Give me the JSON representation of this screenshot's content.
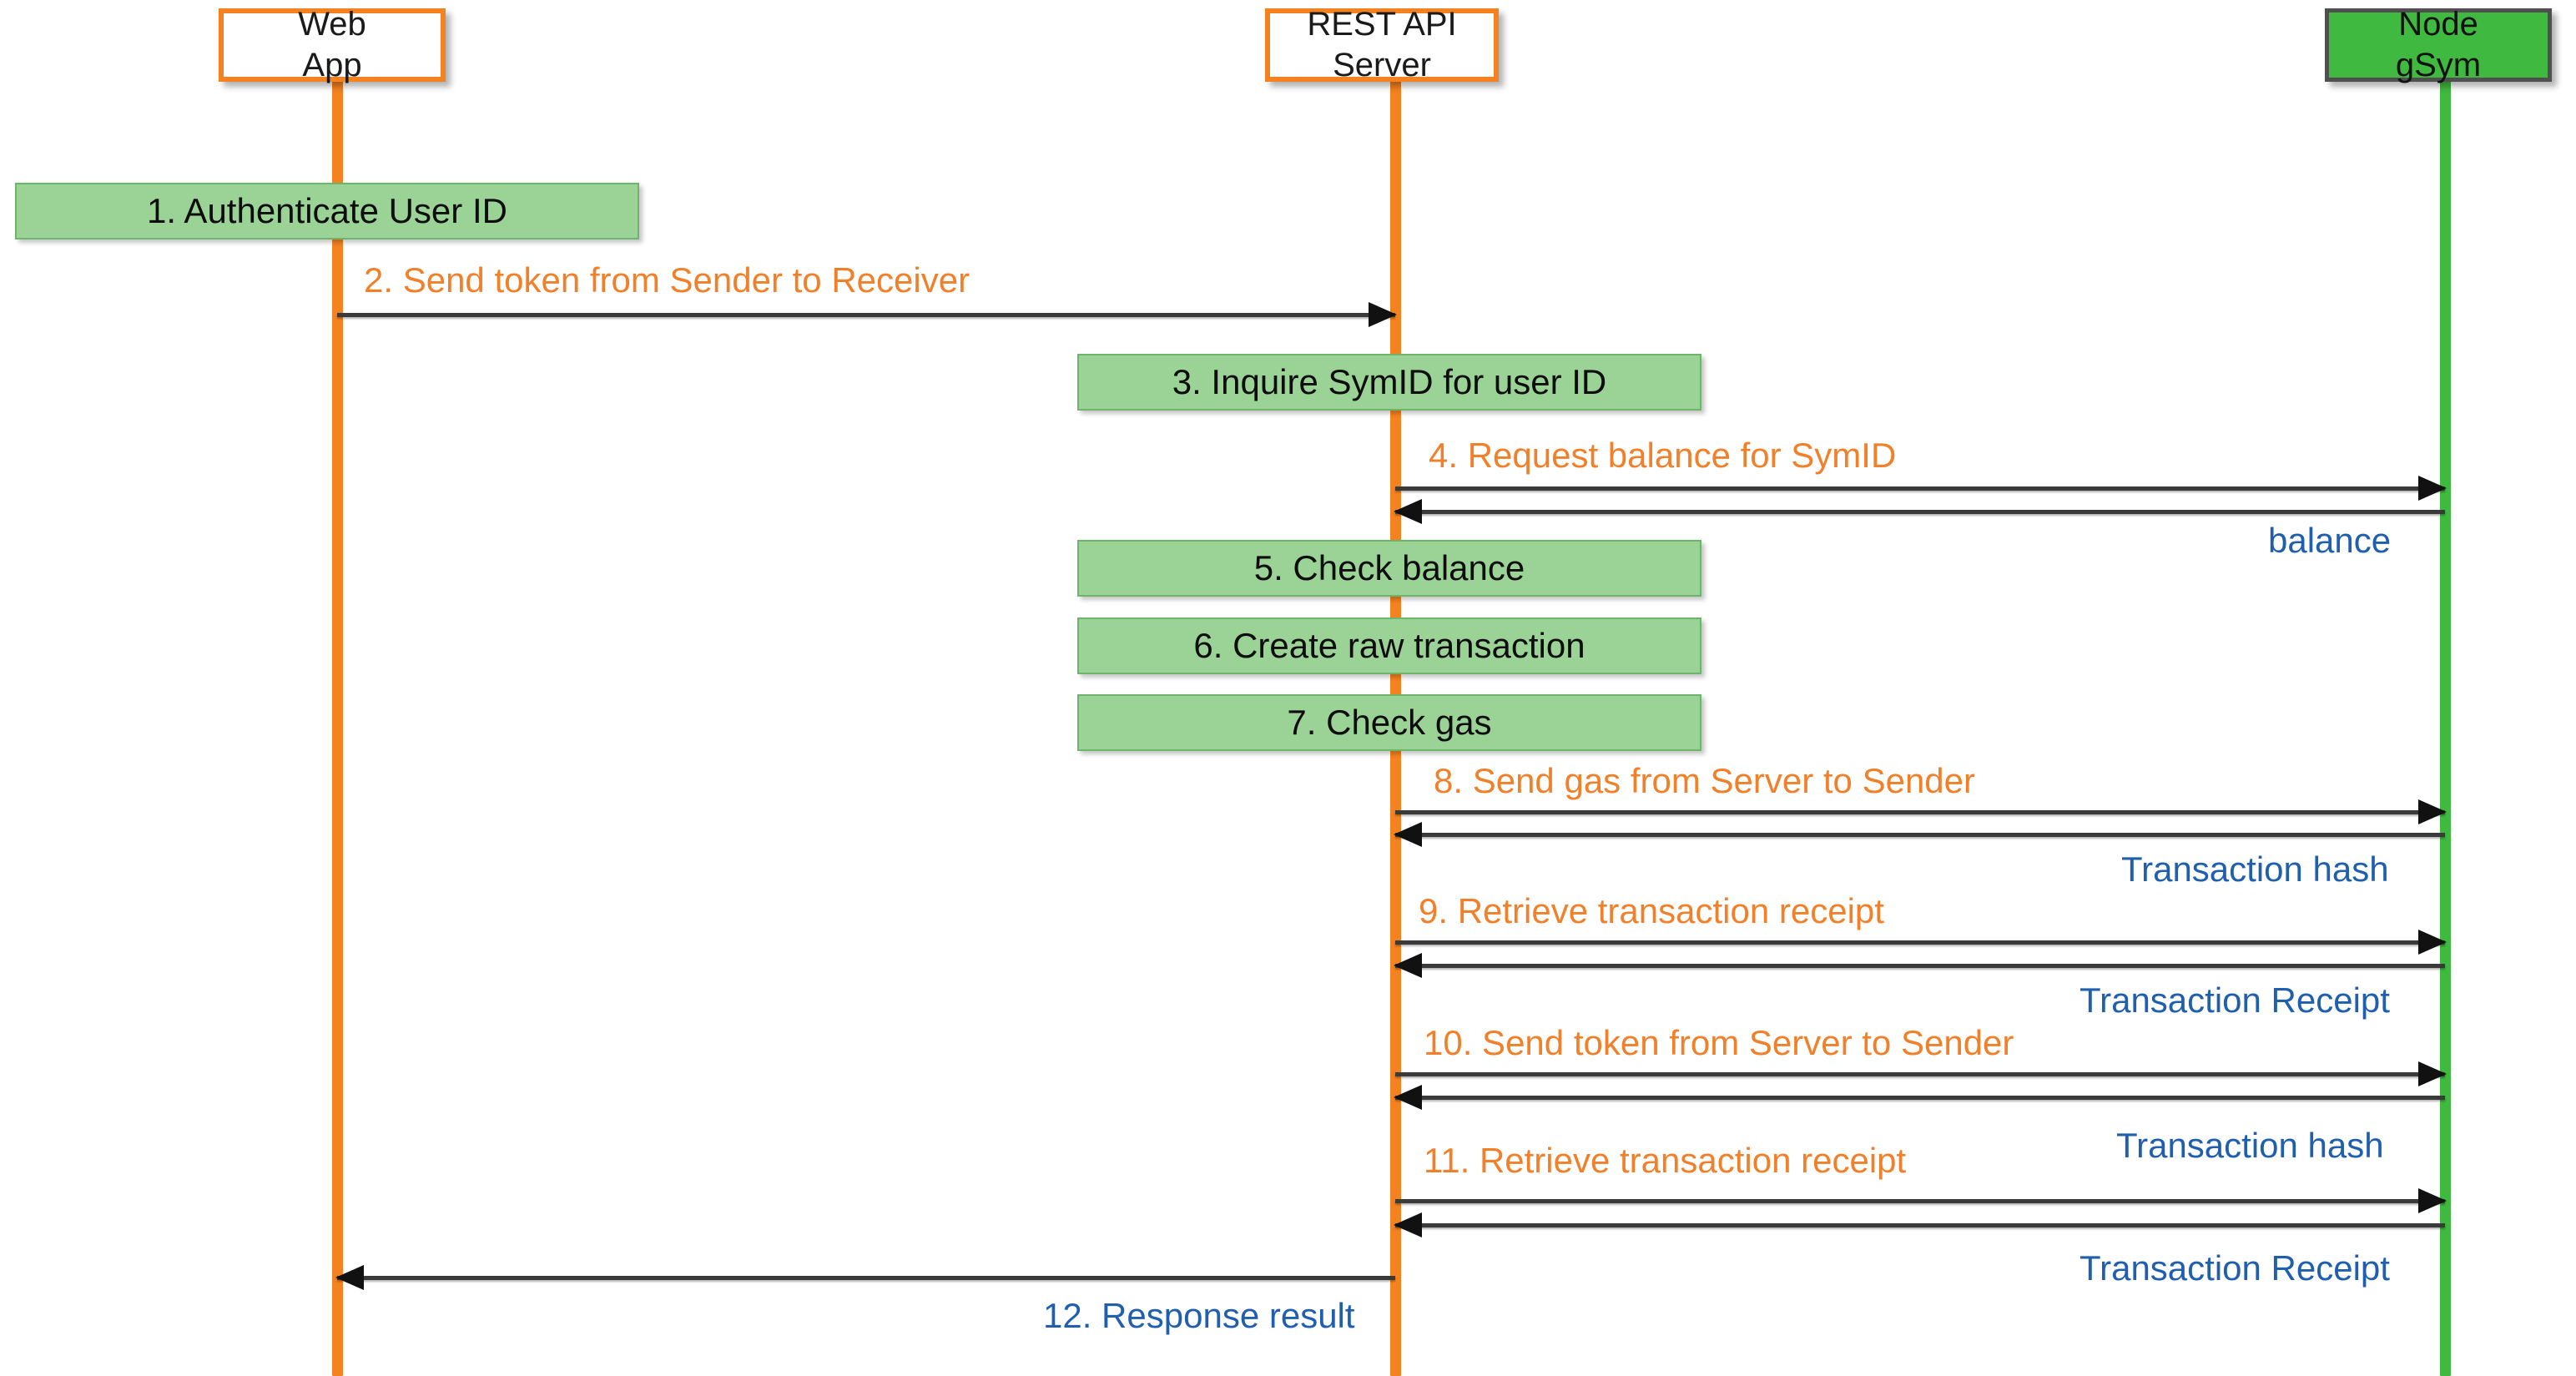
{
  "diagram": {
    "title": "Token transfer sequence diagram",
    "type": "uml-sequence-diagram",
    "colors": {
      "lifeline_orange": "#F58220",
      "lifeline_green": "#3FB93F",
      "action_box_fill": "#9BD396",
      "action_box_border": "#6CB56B",
      "request_label": "#F1802A",
      "response_label": "#1F5FAD",
      "arrow": "#3a3a3a",
      "node_header_fill": "#3FB93F",
      "node_header_border": "#4F4F4F"
    }
  },
  "actors": [
    {
      "id": "web-app",
      "line1": "Web",
      "line2": "App",
      "style": "white"
    },
    {
      "id": "rest-api",
      "line1": "REST API",
      "line2": "Server",
      "style": "white"
    },
    {
      "id": "node-gsym",
      "line1": "Node",
      "line2": "gSym",
      "style": "green"
    }
  ],
  "action_boxes": [
    {
      "id": "step-1",
      "label": "1. Authenticate User ID",
      "actor": "web-app"
    },
    {
      "id": "step-3",
      "label": "3. Inquire SymID for user ID",
      "actor": "rest-api"
    },
    {
      "id": "step-5",
      "label": "5. Check balance",
      "actor": "rest-api"
    },
    {
      "id": "step-6",
      "label": "6. Create raw transaction",
      "actor": "rest-api"
    },
    {
      "id": "step-7",
      "label": "7. Check gas",
      "actor": "rest-api"
    }
  ],
  "messages": [
    {
      "id": "msg-2",
      "label": "2. Send token from Sender to Receiver",
      "from": "web-app",
      "to": "rest-api",
      "kind": "request",
      "direction": "right"
    },
    {
      "id": "msg-4",
      "label": "4. Request balance for SymID",
      "from": "rest-api",
      "to": "node-gsym",
      "kind": "request",
      "direction": "right"
    },
    {
      "id": "msg-4r",
      "label": "balance",
      "from": "node-gsym",
      "to": "rest-api",
      "kind": "response",
      "direction": "left"
    },
    {
      "id": "msg-8",
      "label": "8. Send gas from Server to Sender",
      "from": "rest-api",
      "to": "node-gsym",
      "kind": "request",
      "direction": "right"
    },
    {
      "id": "msg-8r",
      "label": "Transaction hash",
      "from": "node-gsym",
      "to": "rest-api",
      "kind": "response",
      "direction": "left"
    },
    {
      "id": "msg-9",
      "label": "9. Retrieve transaction receipt",
      "from": "rest-api",
      "to": "node-gsym",
      "kind": "request",
      "direction": "right"
    },
    {
      "id": "msg-9r",
      "label": "Transaction Receipt",
      "from": "node-gsym",
      "to": "rest-api",
      "kind": "response",
      "direction": "left"
    },
    {
      "id": "msg-10",
      "label": "10. Send token from Server to Sender",
      "from": "rest-api",
      "to": "node-gsym",
      "kind": "request",
      "direction": "right"
    },
    {
      "id": "msg-10r",
      "label": "Transaction hash",
      "from": "node-gsym",
      "to": "rest-api",
      "kind": "response",
      "direction": "left"
    },
    {
      "id": "msg-11",
      "label": "11. Retrieve transaction receipt",
      "from": "rest-api",
      "to": "node-gsym",
      "kind": "request",
      "direction": "right"
    },
    {
      "id": "msg-11r",
      "label": "Transaction Receipt",
      "from": "node-gsym",
      "to": "rest-api",
      "kind": "response",
      "direction": "left"
    },
    {
      "id": "msg-12",
      "label": "12. Response result",
      "from": "rest-api",
      "to": "web-app",
      "kind": "response",
      "direction": "left"
    }
  ]
}
